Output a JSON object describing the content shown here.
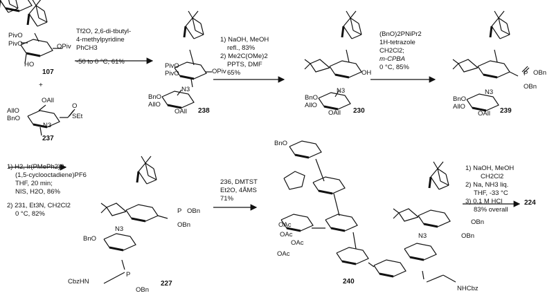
{
  "scheme": {
    "compounds": {
      "c107": "107",
      "c237": "237",
      "c238": "238",
      "c230": "230",
      "c239": "239",
      "c227": "227",
      "c240": "240",
      "c224": "224",
      "plus": "+"
    },
    "group_labels": {
      "piv1": "PivO",
      "piv2": "PivO",
      "opiv1": "OPiv",
      "ho107": "HO",
      "oall237": "OAll",
      "allo237": "AllO",
      "bno237": "BnO",
      "n3_237": "N3",
      "set237": "SEt",
      "o_so": "O",
      "piv238a": "PivO",
      "piv238b": "PivO",
      "opiv238": "OPiv",
      "n3_238": "N3",
      "bno238": "BnO",
      "allo238": "AllO",
      "oall238": "OAll",
      "oh230": "OH",
      "n3_230": "N3",
      "bno230": "BnO",
      "allo230": "AllO",
      "oall230": "OAll",
      "n3_239": "N3",
      "bno239": "BnO",
      "allo239": "AllO",
      "oall239": "OAll",
      "obn239a": "OBn",
      "obn239b": "OBn",
      "p239": "P",
      "n3_227": "N3",
      "bno227": "BnO",
      "cbzhn227": "CbzHN",
      "obn227a": "OBn",
      "obn227b": "OBn",
      "obn227c": "OBn",
      "p227": "P",
      "p227b": "P",
      "n3_240": "N3",
      "nhcbz240": "NHCbz",
      "obn240a": "OBn",
      "obn240b": "OBn",
      "oac1": "OAc",
      "oac2": "OAc",
      "oac3": "OAc",
      "oac4": "OAc",
      "bno240": "BnO"
    },
    "steps": {
      "step1": [
        "Tf2O, 2,6-di-tbutyl-",
        "4-methylpyridine",
        "PhCH3",
        "",
        "-50 to 0 °C, 61%"
      ],
      "step2": [
        "1) NaOH, MeOH",
        "refl., 83%",
        "2) Me2C(OMe)2",
        "PPTS, DMF",
        "65%"
      ],
      "step3": [
        "(BnO)2PNiPr2",
        "1H-tetrazole",
        "CH2Cl2;",
        "m-CPBA",
        "0 °C, 85%"
      ],
      "step4": [
        "1) H2, Ir(PMePh2)2-",
        "(1,5-cyclooctadiene)PF6",
        "THF, 20 min;",
        "NIS, H2O, 86%",
        "",
        "2) 231, Et3N, CH2Cl2",
        "0 °C, 82%"
      ],
      "step5": [
        "236, DMTST",
        "Et2O, 4ÅMS",
        "71%"
      ],
      "step6": [
        "1) NaOH, MeOH",
        "CH2Cl2",
        "2) Na, NH3 liq.",
        "THF, -33 °C",
        "3) 0.1 M HCl",
        "83% overall"
      ]
    }
  }
}
